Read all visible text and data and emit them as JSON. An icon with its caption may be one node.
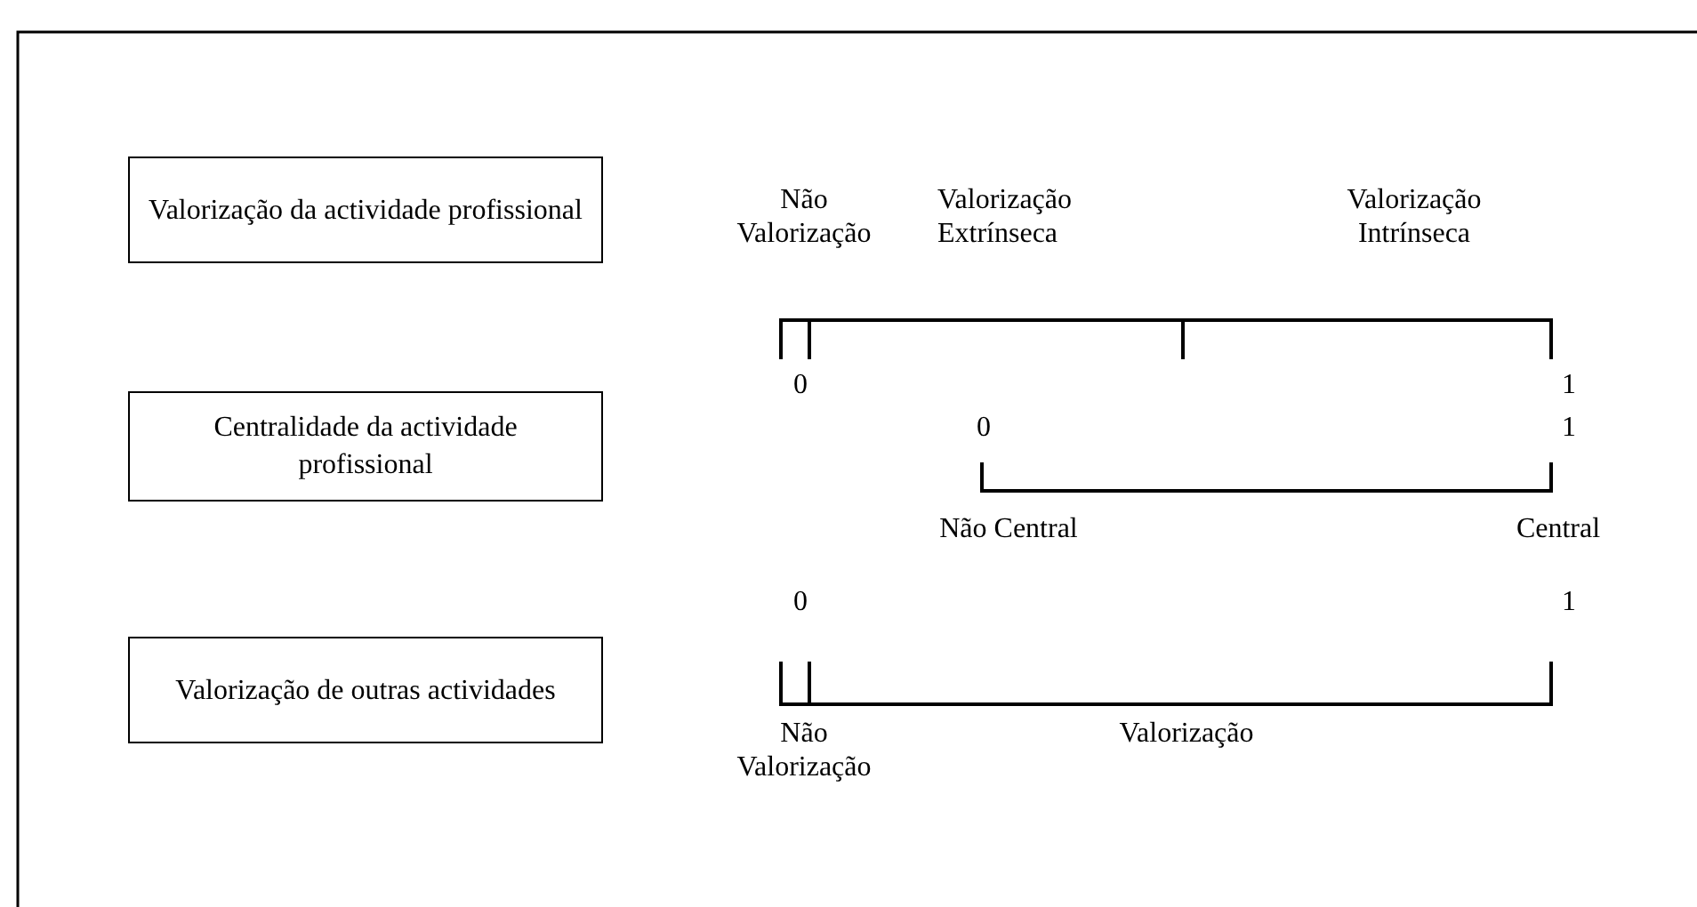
{
  "diagram": {
    "nodes": [
      {
        "text": [
          "Valorização da actividade profissional"
        ]
      },
      {
        "text": [
          "Centralidade da actividade profissional"
        ]
      },
      {
        "text": [
          "Valorização de outras actividades"
        ]
      }
    ],
    "labels": [
      "Não Valorização",
      "Valorização Extrínseca",
      "Valorização Intrínseca",
      "0",
      "1",
      "0",
      "1",
      "Não Central",
      "Central",
      "0",
      "1",
      "Não Valorização",
      "Valorização"
    ]
  }
}
